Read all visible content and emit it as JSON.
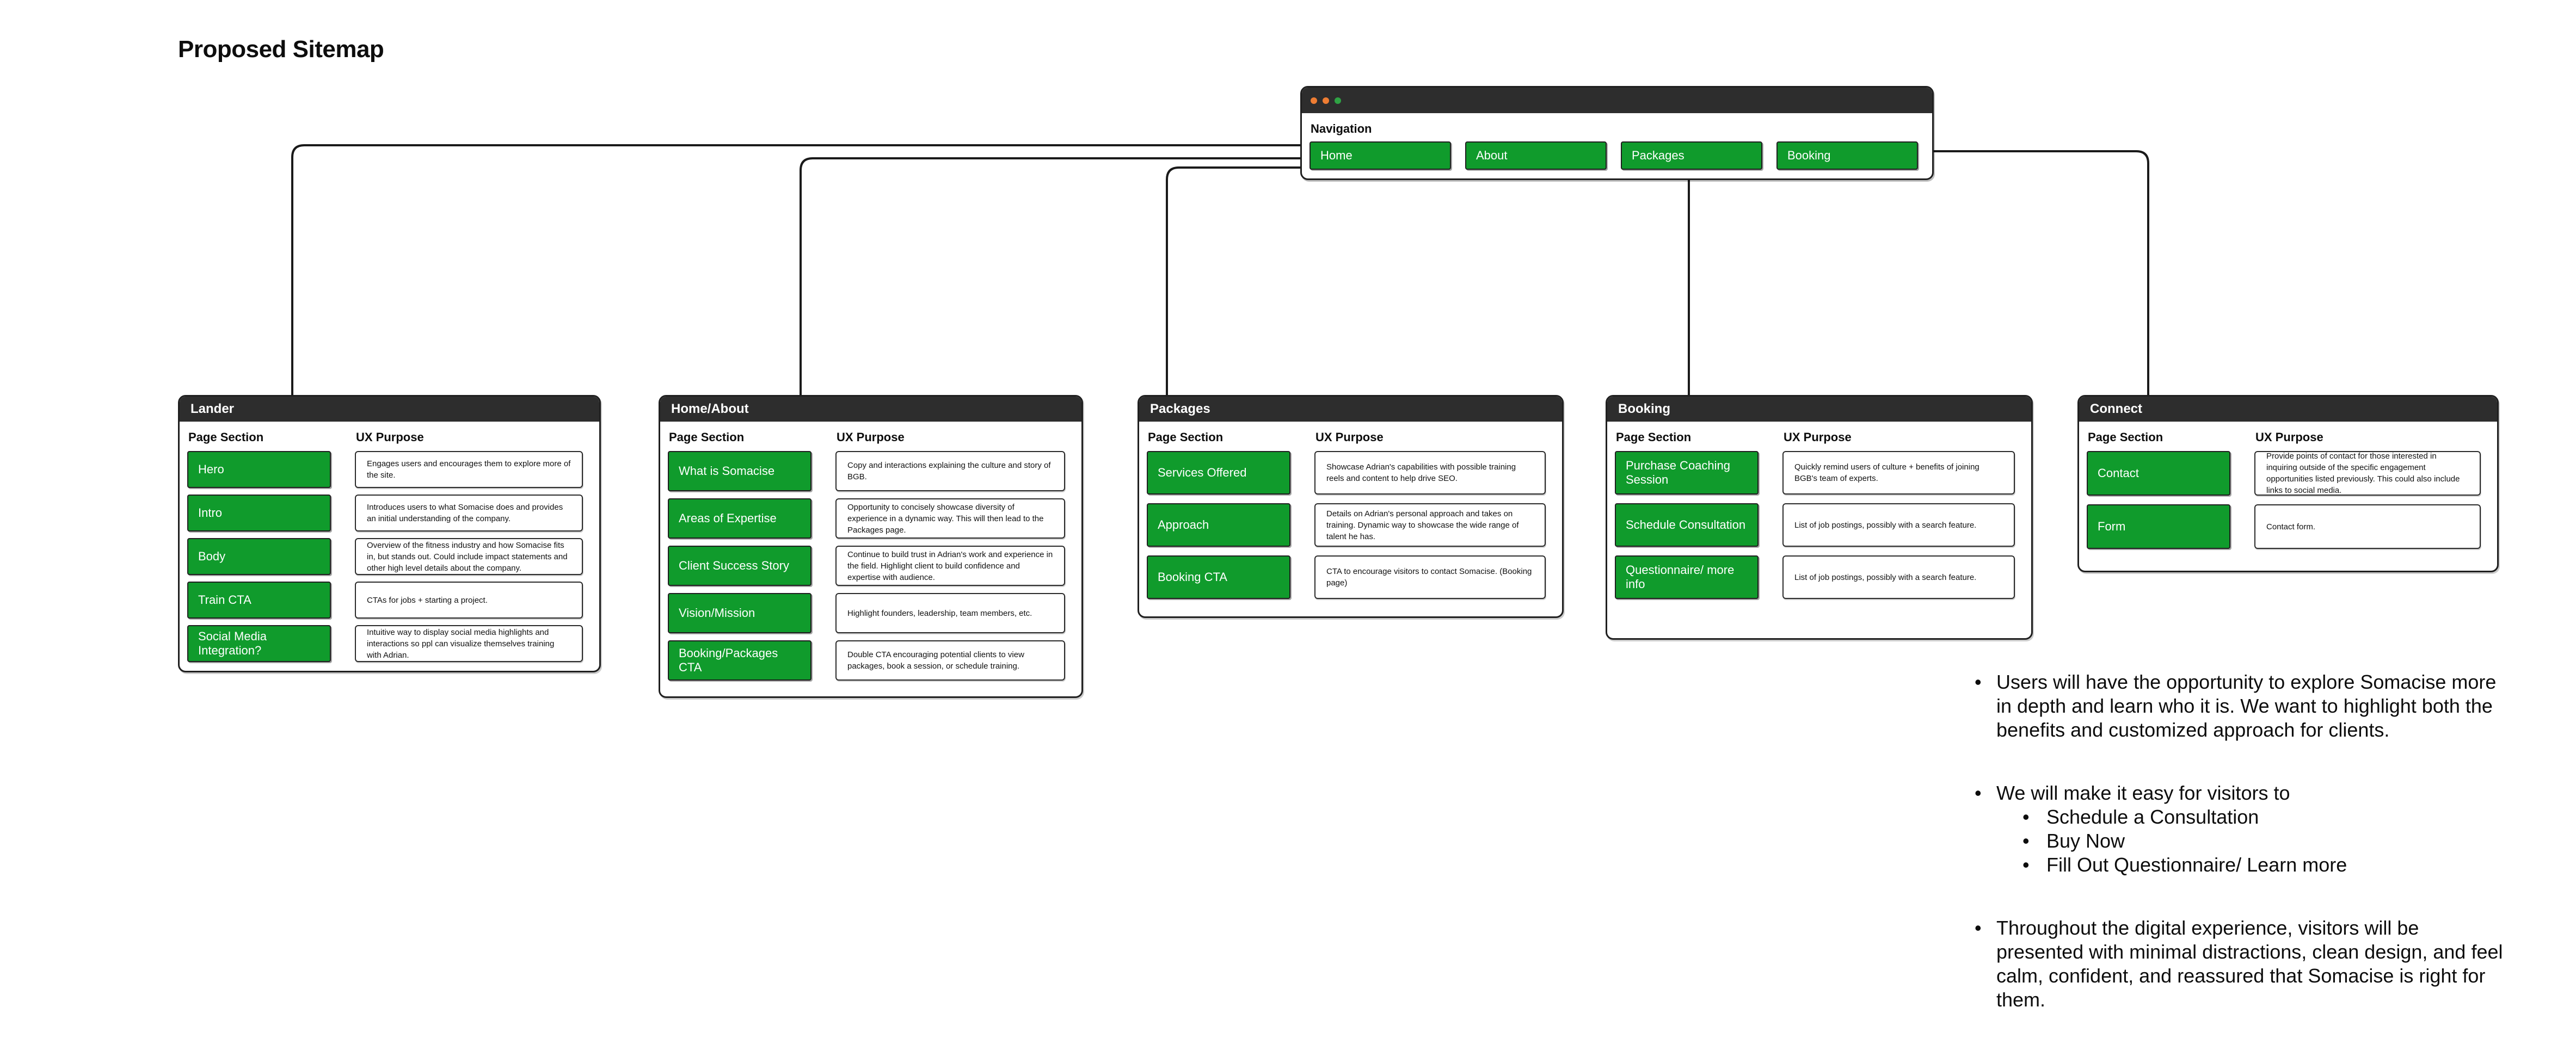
{
  "page": {
    "title": "Proposed Sitemap"
  },
  "colors": {
    "accent_green": "#109B2C",
    "header_dark": "#2D2D2D",
    "line_color": "#1A1A1A",
    "dot_orange": "#EE7D33",
    "dot_green": "#2FA344"
  },
  "navigation": {
    "label": "Navigation",
    "dots": [
      "orange",
      "orange",
      "green"
    ],
    "items": [
      "Home",
      "About",
      "Packages",
      "Booking"
    ]
  },
  "column_headers": {
    "page_section": "Page Section",
    "ux_purpose": "UX Purpose"
  },
  "cards": [
    {
      "title": "Lander",
      "rows": [
        {
          "section": "Hero",
          "purpose": "Engages users and encourages them to explore more of the site."
        },
        {
          "section": "Intro",
          "purpose": "Introduces users to what Somacise does and provides an initial understanding of the company."
        },
        {
          "section": "Body",
          "purpose": "Overview of the fitness industry and how Somacise fits in, but stands out. Could include impact statements and other high level details about the company."
        },
        {
          "section": "Train CTA",
          "purpose": "CTAs for jobs + starting a project."
        },
        {
          "section": "Social Media Integration?",
          "purpose": "Intuitive way to display social media highlights and interactions so ppl can visualize themselves training with Adrian."
        }
      ]
    },
    {
      "title": "Home/About",
      "rows": [
        {
          "section": "What is Somacise",
          "purpose": "Copy and interactions explaining the culture and story of BGB."
        },
        {
          "section": "Areas of Expertise",
          "purpose": "Opportunity to concisely showcase diversity of experience in a dynamic way. This will then lead to the Packages page."
        },
        {
          "section": "Client Success Story",
          "purpose": "Continue to build trust in Adrian's work and experience in the field. Highlight client to build confidence and expertise with audience."
        },
        {
          "section": "Vision/Mission",
          "purpose": "Highlight founders, leadership, team members, etc."
        },
        {
          "section": "Booking/Packages CTA",
          "purpose": "Double CTA encouraging potential clients to view packages, book a session, or schedule training."
        }
      ]
    },
    {
      "title": "Packages",
      "rows": [
        {
          "section": "Services Offered",
          "purpose": "Showcase Adrian's capabilities with possible training reels and content to help drive SEO."
        },
        {
          "section": "Approach",
          "purpose": "Details on Adrian's personal approach and takes on training. Dynamic way to showcase the wide range of talent he has."
        },
        {
          "section": "Booking CTA",
          "purpose": "CTA to encourage visitors to contact Somacise. (Booking page)"
        }
      ]
    },
    {
      "title": "Booking",
      "rows": [
        {
          "section": "Purchase Coaching Session",
          "purpose": "Quickly remind users of culture + benefits of joining BGB's team of experts."
        },
        {
          "section": "Schedule Consultation",
          "purpose": "List of job postings, possibly with a search feature."
        },
        {
          "section": "Questionnaire/ more info",
          "purpose": "List of job postings, possibly with a search feature."
        }
      ]
    },
    {
      "title": "Connect",
      "rows": [
        {
          "section": "Contact",
          "purpose": "Provide points of contact for those interested in inquiring outside of the specific engagement opportunities listed previously. This could also include links to social media."
        },
        {
          "section": "Form",
          "purpose": "Contact form."
        }
      ]
    }
  ],
  "notes": [
    {
      "text": "Users will have the opportunity to explore Somacise more in depth and learn who it is. We want to highlight both the benefits and customized approach for clients.",
      "sub": []
    },
    {
      "text": "We will make it easy for visitors to",
      "sub": [
        "Schedule a Consultation",
        "Buy Now",
        "Fill Out Questionnaire/ Learn more"
      ]
    },
    {
      "text": "Throughout the digital experience, visitors will be presented with minimal distractions, clean design, and feel calm, confident, and reassured that Somacise is right for them.",
      "sub": []
    }
  ]
}
